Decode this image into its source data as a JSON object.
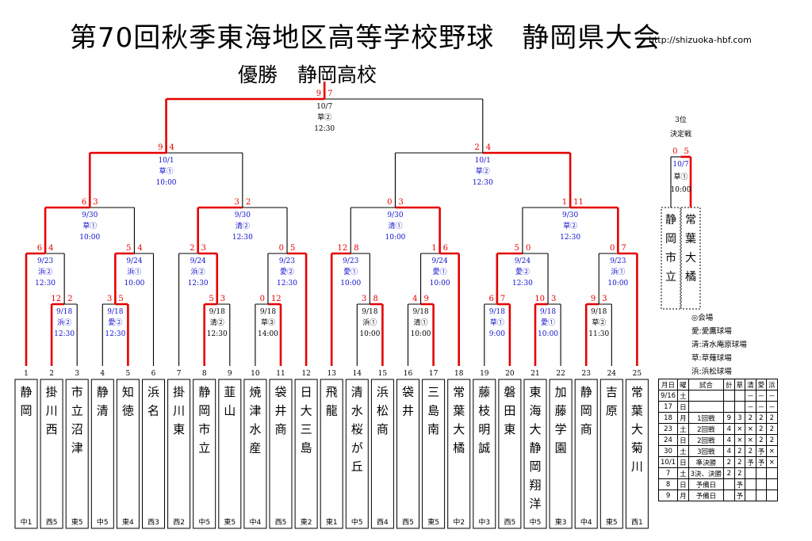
{
  "title": "第70回秋季東海地区高等学校野球　静岡県大会",
  "url": "http://shizuoka-hbf.com",
  "champion": "優勝　静岡高校",
  "colors": {
    "win": "#e60000",
    "line": "#000000",
    "info": "#1010cc"
  },
  "teams": [
    {
      "num": "1",
      "name": "静岡",
      "region": "中1"
    },
    {
      "num": "2",
      "name": "掛川西",
      "region": "西5"
    },
    {
      "num": "3",
      "name": "市立沼津",
      "region": "東5"
    },
    {
      "num": "4",
      "name": "静清",
      "region": "中5"
    },
    {
      "num": "5",
      "name": "知徳",
      "region": "東4"
    },
    {
      "num": "6",
      "name": "浜名",
      "region": "西3"
    },
    {
      "num": "7",
      "name": "掛川東",
      "region": "西2"
    },
    {
      "num": "8",
      "name": "静岡市立",
      "region": "中5"
    },
    {
      "num": "9",
      "name": "韮山",
      "region": "東5"
    },
    {
      "num": "10",
      "name": "焼津水産",
      "region": "中4"
    },
    {
      "num": "11",
      "name": "袋井商",
      "region": "西5"
    },
    {
      "num": "12",
      "name": "日大三島",
      "region": "東2"
    },
    {
      "num": "13",
      "name": "飛龍",
      "region": "東1"
    },
    {
      "num": "14",
      "name": "清水桜が丘",
      "region": "中5"
    },
    {
      "num": "15",
      "name": "浜松商",
      "region": "西4"
    },
    {
      "num": "16",
      "name": "袋井",
      "region": "西5"
    },
    {
      "num": "17",
      "name": "三島南",
      "region": "東5"
    },
    {
      "num": "18",
      "name": "常葉大橘",
      "region": "中2"
    },
    {
      "num": "19",
      "name": "藤枝明誠",
      "region": "中3"
    },
    {
      "num": "20",
      "name": "磐田東",
      "region": "西5"
    },
    {
      "num": "21",
      "name": "東海大静岡翔洋",
      "region": "中5"
    },
    {
      "num": "22",
      "name": "加藤学園",
      "region": "東3"
    },
    {
      "num": "23",
      "name": "静岡商",
      "region": "中4"
    },
    {
      "num": "24",
      "name": "吉原",
      "region": "東5"
    },
    {
      "num": "25",
      "name": "常葉大菊川",
      "region": "西1"
    }
  ],
  "games": [
    {
      "id": "r1a",
      "info": [
        "9/18",
        "浜②",
        "12:30"
      ],
      "scores": [
        "12",
        "2"
      ],
      "win": "L"
    },
    {
      "id": "r1b",
      "info": [
        "9/18",
        "愛②",
        "12:30"
      ],
      "scores": [
        "3",
        "5"
      ],
      "win": "R"
    },
    {
      "id": "r1c",
      "info": [
        "9/18",
        "清②",
        "12:30"
      ],
      "scores": [
        "5",
        "3"
      ],
      "win": "L"
    },
    {
      "id": "r1d",
      "info": [
        "9/18",
        "草③",
        "14:00"
      ],
      "scores": [
        "0",
        "12"
      ],
      "win": "R"
    },
    {
      "id": "r1e",
      "info": [
        "9/18",
        "浜①",
        "10:00"
      ],
      "scores": [
        "3",
        "8"
      ],
      "win": "R"
    },
    {
      "id": "r1f",
      "info": [
        "9/18",
        "清①",
        "10:00"
      ],
      "scores": [
        "4",
        "9"
      ],
      "win": "R"
    },
    {
      "id": "r1g",
      "info": [
        "9/18",
        "草①",
        "9:00"
      ],
      "scores": [
        "6",
        "7"
      ],
      "win": "R"
    },
    {
      "id": "r1h",
      "info": [
        "9/18",
        "愛①",
        "10:00"
      ],
      "scores": [
        "10",
        "3"
      ],
      "win": "L"
    },
    {
      "id": "r1i",
      "info": [
        "9/18",
        "草②",
        "11:30"
      ],
      "scores": [
        "9",
        "3"
      ],
      "win": "L"
    },
    {
      "id": "r2a",
      "info": [
        "9/23",
        "浜②",
        "12:30"
      ],
      "scores": [
        "6",
        "4"
      ],
      "win": "L"
    },
    {
      "id": "r2b",
      "info": [
        "9/24",
        "浜①",
        "10:00"
      ],
      "scores": [
        "5",
        "4"
      ],
      "win": "L"
    },
    {
      "id": "r2c",
      "info": [
        "9/24",
        "浜②",
        "12:30"
      ],
      "scores": [
        "2",
        "3"
      ],
      "win": "R"
    },
    {
      "id": "r2d",
      "info": [
        "9/23",
        "愛②",
        "12:30"
      ],
      "scores": [
        "0",
        "5"
      ],
      "win": "R"
    },
    {
      "id": "r2e",
      "info": [
        "9/23",
        "愛①",
        "10:00"
      ],
      "scores": [
        "12",
        "8"
      ],
      "win": "L"
    },
    {
      "id": "r2f",
      "info": [
        "9/24",
        "愛①",
        "10:00"
      ],
      "scores": [
        "1",
        "6"
      ],
      "win": "R"
    },
    {
      "id": "r2g",
      "info": [
        "9/24",
        "愛②",
        "12:30"
      ],
      "scores": [
        "5",
        "0"
      ],
      "win": "L"
    },
    {
      "id": "r2h",
      "info": [
        "9/23",
        "浜①",
        "10:00"
      ],
      "scores": [
        "0",
        "7"
      ],
      "win": "R"
    },
    {
      "id": "r3a",
      "info": [
        "9/30",
        "草①",
        "10:00"
      ],
      "scores": [
        "6",
        "3"
      ],
      "win": "L"
    },
    {
      "id": "r3b",
      "info": [
        "9/30",
        "清②",
        "12:30"
      ],
      "scores": [
        "3",
        "2"
      ],
      "win": "L"
    },
    {
      "id": "r3c",
      "info": [
        "9/30",
        "清①",
        "10:00"
      ],
      "scores": [
        "0",
        "3"
      ],
      "win": "R"
    },
    {
      "id": "r3d",
      "info": [
        "9/30",
        "草②",
        "12:30"
      ],
      "scores": [
        "1",
        "11"
      ],
      "win": "R"
    },
    {
      "id": "sfa",
      "info": [
        "10/1",
        "草①",
        "10:00"
      ],
      "scores": [
        "9",
        "4"
      ],
      "win": "L"
    },
    {
      "id": "sfb",
      "info": [
        "10/1",
        "草②",
        "12:30"
      ],
      "scores": [
        "2",
        "4"
      ],
      "win": "R"
    },
    {
      "id": "fin",
      "info": [
        "10/7",
        "草②",
        "12:30"
      ],
      "scores": [
        "9",
        "7"
      ],
      "win": "L"
    },
    {
      "id": "third",
      "info": [
        "10/7",
        "草①",
        "10:00"
      ],
      "scores": [
        "0",
        "5"
      ],
      "win": "R"
    }
  ],
  "third_place": {
    "heading": [
      "3位",
      "決定戦"
    ],
    "teams": [
      "静岡市立",
      "常葉大橘"
    ]
  },
  "venue_legend": {
    "header": "◎会場",
    "items": [
      "愛:愛鷹球場",
      "清:清水庵原球場",
      "草:草薙球場",
      "浜:浜松球場"
    ]
  },
  "schedule": {
    "header": [
      "月日",
      "曜",
      "試合",
      "計",
      "草",
      "清",
      "愛",
      "浜"
    ],
    "rows": [
      [
        "9/16",
        "土",
        "",
        "",
        "",
        "－",
        "－",
        "－"
      ],
      [
        "17",
        "日",
        "",
        "",
        "",
        "－",
        "－",
        "－"
      ],
      [
        "18",
        "月",
        "1回戦",
        "9",
        "3",
        "2",
        "2",
        "2"
      ],
      [
        "23",
        "土",
        "2回戦",
        "4",
        "×",
        "×",
        "2",
        "2"
      ],
      [
        "24",
        "日",
        "2回戦",
        "4",
        "×",
        "×",
        "2",
        "2"
      ],
      [
        "30",
        "土",
        "3回戦",
        "4",
        "2",
        "2",
        "予",
        "×"
      ],
      [
        "10/1",
        "日",
        "準決勝",
        "2",
        "2",
        "予",
        "予",
        "×"
      ],
      [
        "7",
        "土",
        "3決、決勝",
        "2",
        "2",
        "",
        "",
        ""
      ],
      [
        "8",
        "日",
        "予備日",
        "",
        "予",
        "",
        "",
        ""
      ],
      [
        "9",
        "月",
        "予備日",
        "",
        "予",
        "",
        "",
        ""
      ]
    ]
  }
}
